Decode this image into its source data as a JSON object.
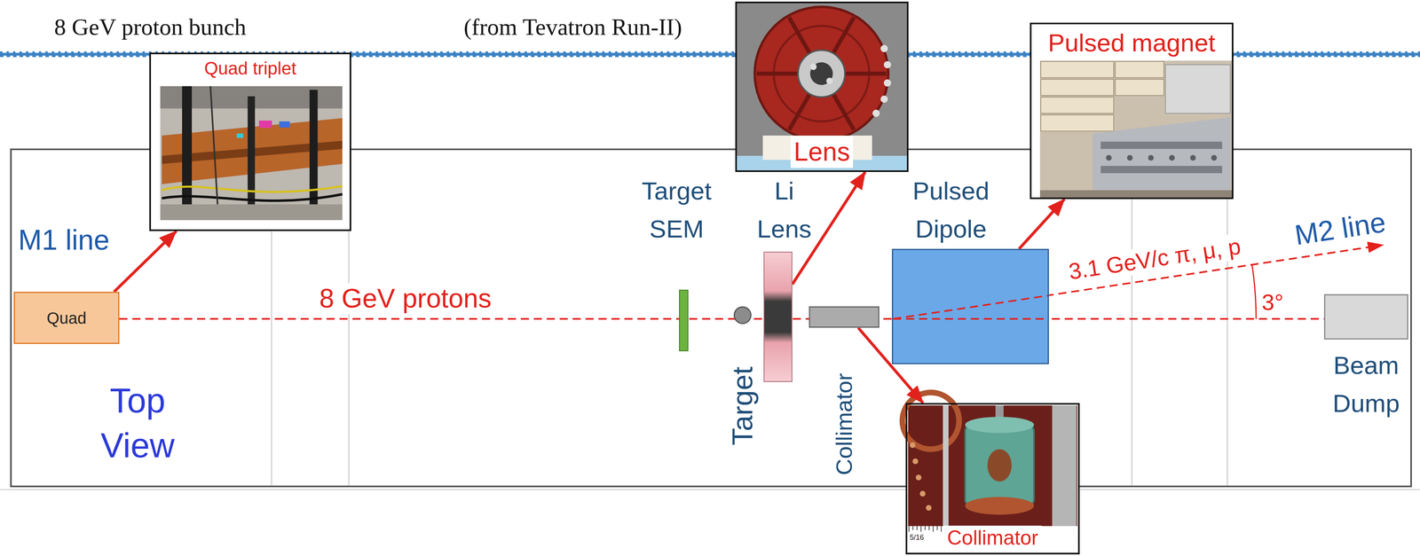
{
  "diagram": {
    "nodes": [
      {
        "text": [
          "Quad triplet"
        ]
      },
      {
        "text": [
          "Lens"
        ]
      },
      {
        "text": [
          "Pulsed magnet"
        ]
      },
      {
        "text": [
          "Quad"
        ]
      },
      {
        "text": [
          "Target SEM"
        ]
      },
      {
        "text": [
          "Target"
        ]
      },
      {
        "text": [
          "Li Lens"
        ]
      },
      {
        "text": [
          "Pulsed Dipole"
        ]
      },
      {
        "text": [
          "Collimator"
        ]
      },
      {
        "text": [
          "Beam Dump"
        ]
      },
      {
        "text": [
          "Collimator"
        ]
      }
    ],
    "edges": [
      {
        "from": 3,
        "to": 0,
        "arrow": "to"
      },
      {
        "from": 6,
        "to": 1,
        "arrow": "to"
      },
      {
        "from": 7,
        "to": 2,
        "arrow": "to"
      },
      {
        "from": 8,
        "to": 10,
        "arrow": "to"
      }
    ],
    "labels": [
      "8 GeV proton bunch",
      "(from Tevatron Run-II)",
      "M1 line",
      "8 GeV protons",
      "3.1 GeV/c π, μ, p",
      "M2 line",
      "3°",
      "Top View",
      "5/16"
    ]
  }
}
